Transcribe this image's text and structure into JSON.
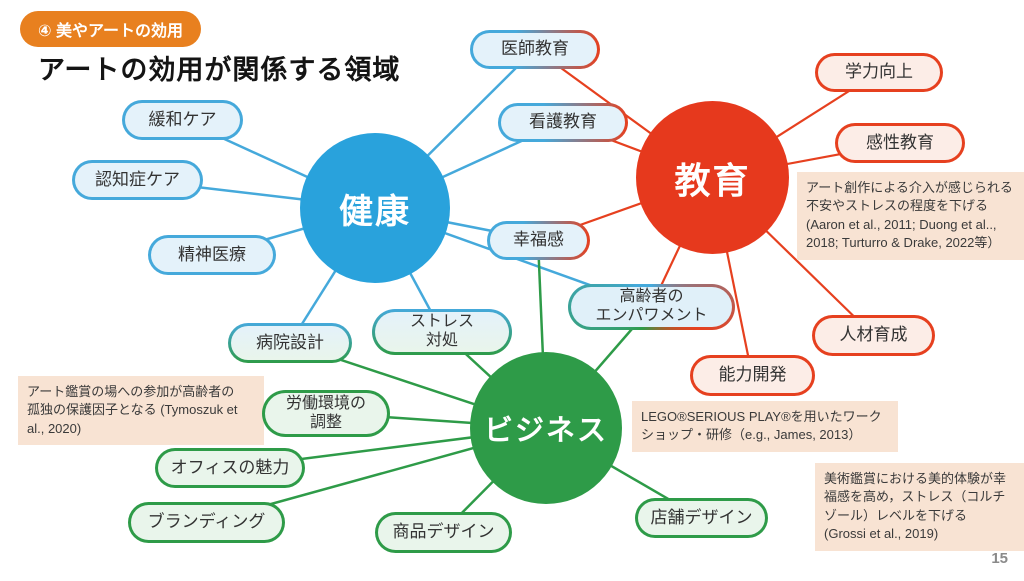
{
  "page": {
    "badge": "④ 美やアートの効用",
    "title": "アートの効用が関係する領域",
    "page_number": "15"
  },
  "colors": {
    "health_blue": "#29A2DC",
    "education_red": "#E6391D",
    "business_green": "#2E9B48",
    "badge_orange": "#E8801F",
    "annotation_bg": "#F8E3D3"
  },
  "circles": [
    {
      "id": "health",
      "label": "健康"
    },
    {
      "id": "education",
      "label": "教育"
    },
    {
      "id": "business",
      "label": "ビジネス"
    }
  ],
  "nodes": [
    {
      "label": "緩和ケア",
      "group": "health"
    },
    {
      "label": "認知症ケア",
      "group": "health"
    },
    {
      "label": "精神医療",
      "group": "health"
    },
    {
      "label": "医師教育",
      "group": "health+education"
    },
    {
      "label": "看護教育",
      "group": "health+education"
    },
    {
      "label": "学力向上",
      "group": "education"
    },
    {
      "label": "感性教育",
      "group": "education"
    },
    {
      "label": "幸福感",
      "group": "health+education+business"
    },
    {
      "label": "高齢者の\nエンパワメント",
      "group": "health+education+business"
    },
    {
      "label": "病院設計",
      "group": "health+business"
    },
    {
      "label": "ストレス\n対処",
      "group": "health+business"
    },
    {
      "label": "能力開発",
      "group": "education"
    },
    {
      "label": "人材育成",
      "group": "education"
    },
    {
      "label": "労働環境の\n調整",
      "group": "business"
    },
    {
      "label": "オフィスの魅力",
      "group": "business"
    },
    {
      "label": "ブランディング",
      "group": "business"
    },
    {
      "label": "商品デザイン",
      "group": "business"
    },
    {
      "label": "店舗デザイン",
      "group": "business"
    }
  ],
  "annotations": {
    "education_note": "アート創作による介入が感じられる\n不安やストレスの程度を下げる\n(Aaron et al., 2011; Duong et al..,\n2018; Turturro & Drake, 2022等）",
    "loneliness_note": "アート鑑賞の場への参加が高齢者の\n孤独の保護因子となる (Tymoszuk et\nal., 2020)",
    "lego_note": "LEGO®SERIOUS PLAY®を用いたワーク\nショップ・研修（e.g., James, 2013）",
    "aesthetic_note": "美術鑑賞における美的体験が幸\n福感を高め，ストレス（コルチ\nゾール）レベルを下げる\n(Grossi et al., 2019)"
  }
}
